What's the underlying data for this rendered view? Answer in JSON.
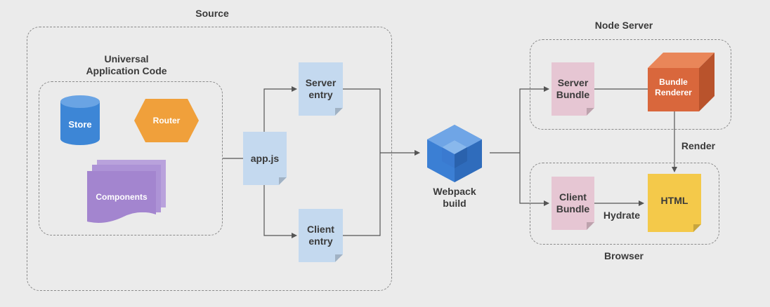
{
  "groups": {
    "source": "Source",
    "universal": "Universal\nApplication Code",
    "node_server": "Node Server",
    "browser": "Browser"
  },
  "nodes": {
    "store": "Store",
    "router": "Router",
    "components": "Components",
    "app_js": "app.js",
    "server_entry": "Server\nentry",
    "client_entry": "Client\nentry",
    "webpack": "Webpack\nbuild",
    "server_bundle": "Server\nBundle",
    "client_bundle": "Client\nBundle",
    "bundle_renderer": "Bundle\nRenderer",
    "html": "HTML"
  },
  "edges": {
    "render": "Render",
    "hydrate": "Hydrate"
  },
  "colors": {
    "store": "#3d86d6",
    "router": "#f0a03b",
    "components": "#a385cf",
    "doc_blue": "#c4d9ef",
    "doc_pink": "#e6c6d3",
    "bundle_renderer": "#d9673c",
    "html": "#f4c94a",
    "webpack": "#4f8ed8"
  }
}
